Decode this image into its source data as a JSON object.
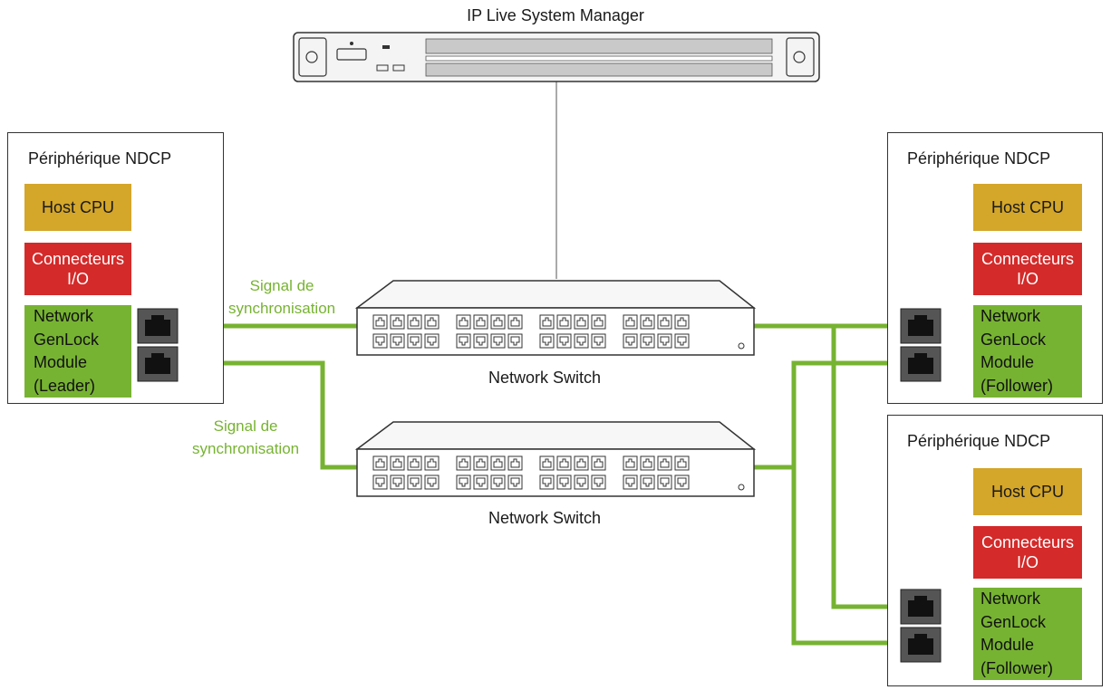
{
  "colors": {
    "sync_line": "#77b332",
    "host_cpu": "#d4a62a",
    "io": "#d42a2a",
    "genlock": "#77b332",
    "outline": "#333333"
  },
  "manager": {
    "title": "IP Live System Manager",
    "icon": "rack-server-icon"
  },
  "switches": [
    {
      "label": "Network Switch",
      "icon": "network-switch-icon"
    },
    {
      "label": "Network Switch",
      "icon": "network-switch-icon"
    }
  ],
  "sync_labels": [
    {
      "line1": "Signal de",
      "line2": "synchronisation"
    },
    {
      "line1": "Signal de",
      "line2": "synchronisation"
    }
  ],
  "devices": [
    {
      "title": "Périphérique NDCP",
      "host_cpu": "Host CPU",
      "io_line1": "Connecteurs",
      "io_line2": "I/O",
      "module": [
        "Network",
        "GenLock",
        "Module",
        "(Leader)"
      ]
    },
    {
      "title": "Périphérique NDCP",
      "host_cpu": "Host CPU",
      "io_line1": "Connecteurs",
      "io_line2": "I/O",
      "module": [
        "Network",
        "GenLock",
        "Module",
        "(Follower)"
      ]
    },
    {
      "title": "Périphérique NDCP",
      "host_cpu": "Host CPU",
      "io_line1": "Connecteurs",
      "io_line2": "I/O",
      "module": [
        "Network",
        "GenLock",
        "Module",
        "(Follower)"
      ]
    }
  ]
}
